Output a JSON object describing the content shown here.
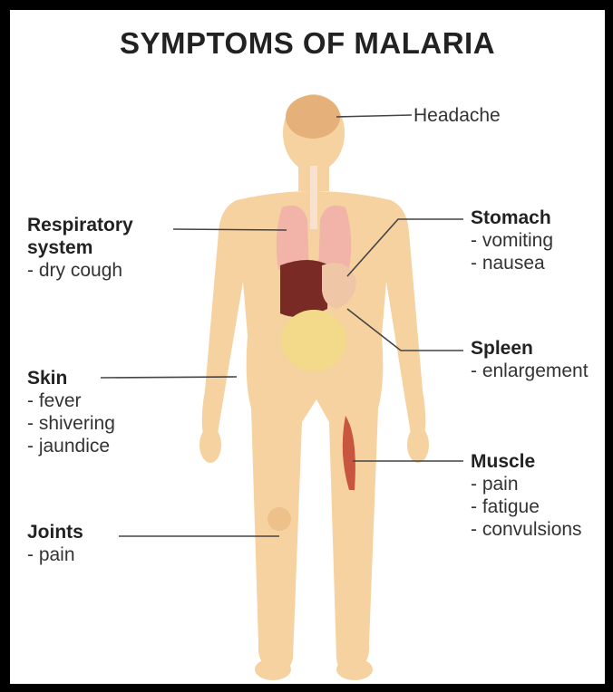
{
  "title": "SYMPTOMS OF MALARIA",
  "labels": {
    "headache": {
      "heading": "Headache"
    },
    "respiratory": {
      "heading_line1": "Respiratory",
      "heading_line2": "system",
      "items": [
        "- dry cough"
      ]
    },
    "stomach": {
      "heading": "Stomach",
      "items": [
        "- vomiting",
        "- nausea"
      ]
    },
    "spleen": {
      "heading": "Spleen",
      "items": [
        "- enlargement"
      ]
    },
    "skin": {
      "heading": "Skin",
      "items": [
        "- fever",
        "- shivering",
        "- jaundice"
      ]
    },
    "muscle": {
      "heading": "Muscle",
      "items": [
        "- pain",
        "- fatigue",
        "- convulsions"
      ]
    },
    "joints": {
      "heading": "Joints",
      "items": [
        "- pain"
      ]
    }
  },
  "colors": {
    "skin": "#f6d2a0",
    "skin_shade": "#eec08a",
    "lungs": "#f2b4a8",
    "liver": "#7a2a24",
    "intestine": "#f3d98a",
    "brain": "#e6b07a",
    "muscle": "#c8553f",
    "leader_line": "#444444"
  }
}
